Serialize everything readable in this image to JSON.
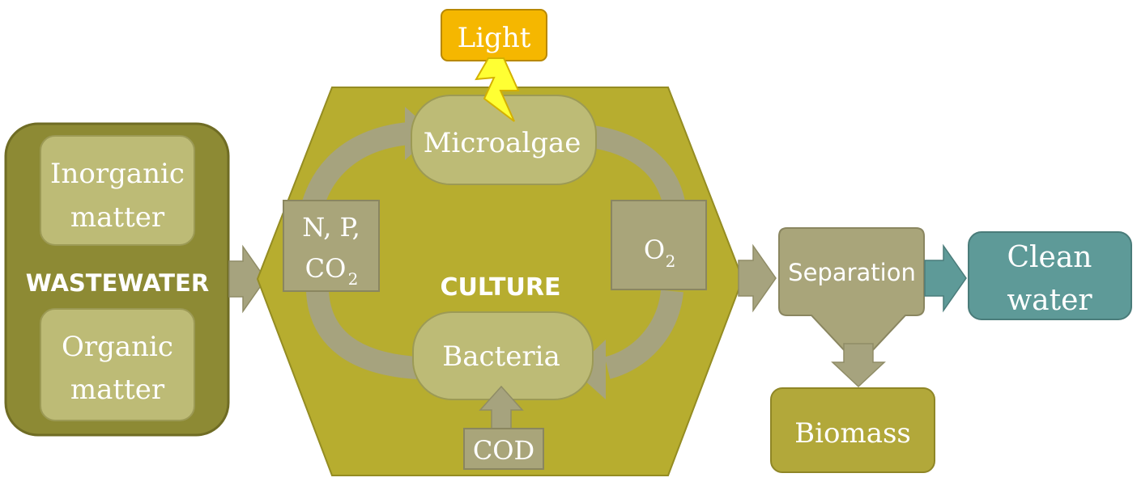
{
  "wastewater": {
    "title": "WASTEWATER",
    "inorganic_line1": "Inorganic",
    "inorganic_line2": "matter",
    "organic_line1": "Organic",
    "organic_line2": "matter"
  },
  "culture": {
    "title": "CULTURE",
    "microalgae": "Microalgae",
    "bacteria": "Bacteria",
    "nutrients_line1": "N, P,",
    "nutrients_line2": "CO",
    "nutrients_sub": "2",
    "oxygen": "O",
    "oxygen_sub": "2",
    "cod": "COD"
  },
  "light": "Light",
  "separation": "Separation",
  "clean_water_line1": "Clean",
  "clean_water_line2": "water",
  "biomass": "Biomass",
  "colors": {
    "dark_olive": "#8d8a34",
    "olive_light": "#bdbb76",
    "culture_green": "#b7ad2f",
    "gray_box": "#a9a57a",
    "arrow_gray": "#a6a37e",
    "light_orange": "#f5b700",
    "bolt_yellow": "#ffff33",
    "teal": "#5e9a98",
    "biomass_olive": "#b2a83a"
  }
}
